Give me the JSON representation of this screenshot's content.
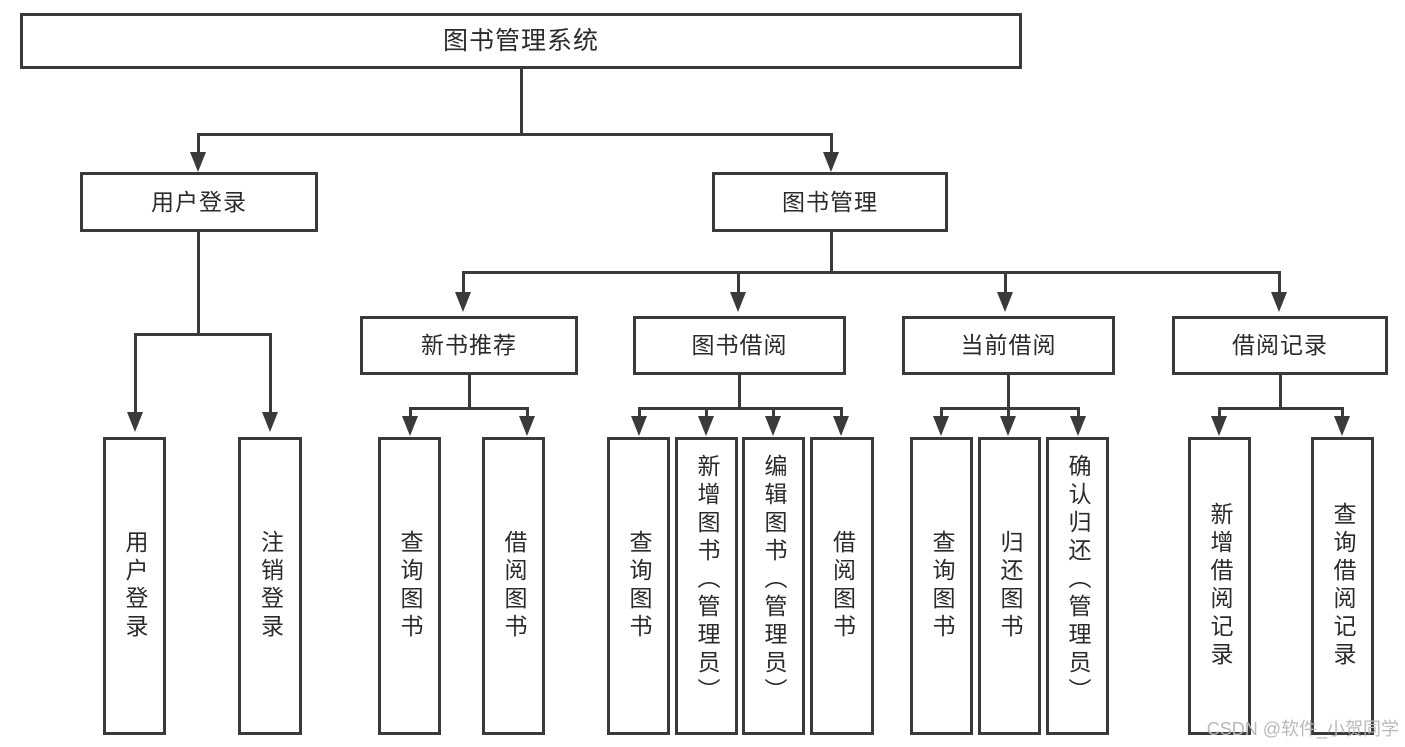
{
  "diagram": {
    "type": "tree-hierarchy",
    "title": "图书管理系统",
    "watermark": "CSDN @软件_小贺同学",
    "colors": {
      "stroke": "#3a3a3a",
      "fill": "#ffffff",
      "text": "#2b2b2b",
      "watermark": "#b9b9b9"
    },
    "root": {
      "label": "图书管理系统"
    },
    "level2": [
      {
        "id": "user-login",
        "label": "用户登录"
      },
      {
        "id": "book-management",
        "label": "图书管理"
      }
    ],
    "level3": [
      {
        "id": "new-book-recommend",
        "label": "新书推荐",
        "parent": "book-management"
      },
      {
        "id": "book-borrow",
        "label": "图书借阅",
        "parent": "book-management"
      },
      {
        "id": "current-borrow",
        "label": "当前借阅",
        "parent": "book-management"
      },
      {
        "id": "borrow-record",
        "label": "借阅记录",
        "parent": "book-management"
      }
    ],
    "leaves": {
      "user_login": [
        {
          "id": "leaf-user-login",
          "label": "用户登录"
        },
        {
          "id": "leaf-user-logout",
          "label": "注销登录"
        }
      ],
      "new_book_recommend": [
        {
          "id": "leaf-query-book-1",
          "label": "查询图书"
        },
        {
          "id": "leaf-borrow-book-1",
          "label": "借阅图书"
        }
      ],
      "book_borrow": [
        {
          "id": "leaf-query-book-2",
          "label": "查询图书"
        },
        {
          "id": "leaf-add-book",
          "label": "新增图书（管理员）"
        },
        {
          "id": "leaf-edit-book",
          "label": "编辑图书（管理员）"
        },
        {
          "id": "leaf-borrow-book-2",
          "label": "借阅图书"
        }
      ],
      "current_borrow": [
        {
          "id": "leaf-query-book-3",
          "label": "查询图书"
        },
        {
          "id": "leaf-return-book",
          "label": "归还图书"
        },
        {
          "id": "leaf-confirm-return",
          "label": "确认归还（管理员）"
        }
      ],
      "borrow_record": [
        {
          "id": "leaf-add-record",
          "label": "新增借阅记录"
        },
        {
          "id": "leaf-query-record",
          "label": "查询借阅记录"
        }
      ]
    }
  }
}
